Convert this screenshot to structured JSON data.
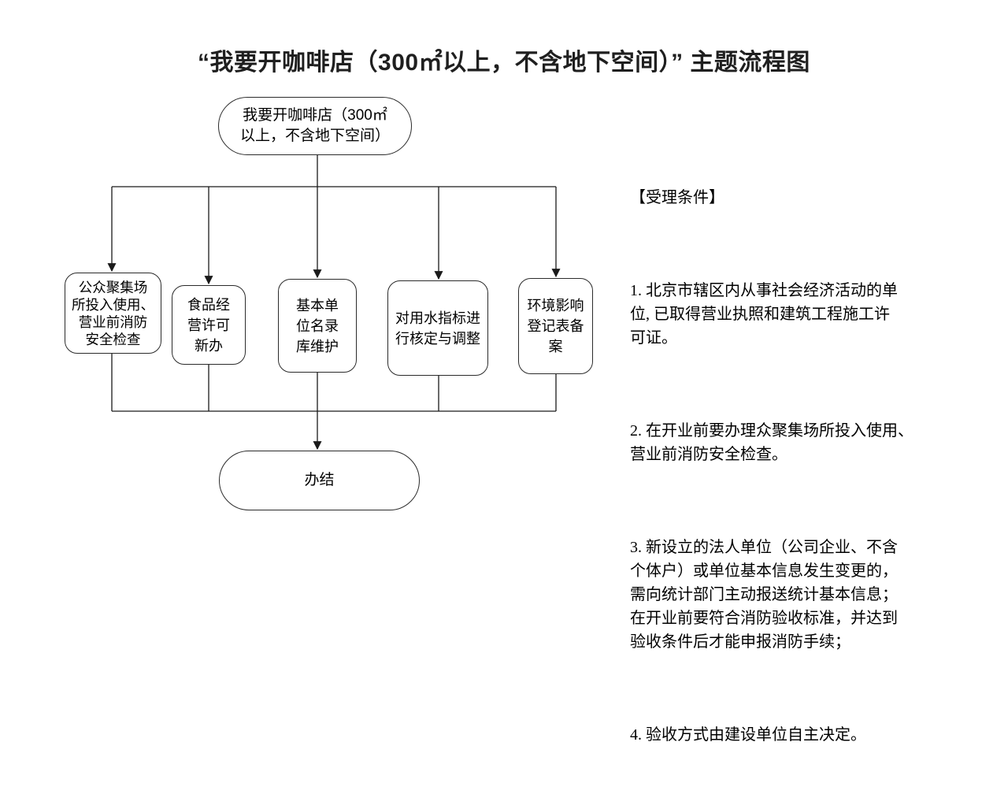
{
  "title": "“我要开咖啡店（300㎡以上，不含地下空间）” 主题流程图",
  "flowchart": {
    "start_node": {
      "label": "我要开咖啡店（300㎡\n以上，不含地下空间）"
    },
    "process_nodes": [
      {
        "label": "公众聚集场\n所投入使用、\n营业前消防\n安全检查"
      },
      {
        "label": "食品经\n营许可\n新办"
      },
      {
        "label": "基本单\n位名录\n库维护"
      },
      {
        "label": "对用水指标进\n行核定与调整"
      },
      {
        "label": "环境影响\n登记表备\n案"
      }
    ],
    "end_node": {
      "label": "办结"
    }
  },
  "conditions_panel": {
    "heading": "【受理条件】",
    "items": [
      "1. 北京市辖区内从事社会经济活动的单\n位, 已取得营业执照和建筑工程施工许\n可证。",
      "2. 在开业前要办理众聚集场所投入使用、\n营业前消防安全检查。",
      "3. 新设立的法人单位（公司企业、不含\n个体户）或单位基本信息发生变更的，\n需向统计部门主动报送统计基本信息；\n在开业前要符合消防验收标准，并达到\n验收条件后才能申报消防手续；",
      "4. 验收方式由建设单位自主决定。"
    ]
  },
  "colors": {
    "line": "#1a1a1a",
    "node_border": "#2b2b2b",
    "title_text": "#1f1f1f",
    "body_text": "#000000",
    "background": "#ffffff"
  }
}
